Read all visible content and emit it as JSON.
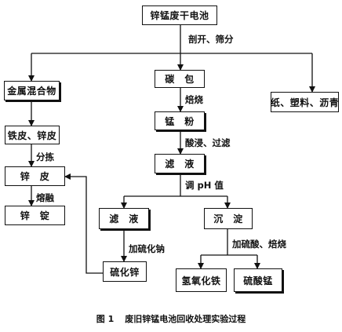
{
  "nodes": {
    "start": "锌锰废干电池",
    "metal": "金属混合物",
    "carbon": "碳　包",
    "paper": "纸、塑料、沥青",
    "iron_zinc_skin": "铁皮、锌皮",
    "mn_powder": "锰　粉",
    "zinc_skin": "锌　皮",
    "filtrate_1": "滤　液",
    "zinc_ingot": "锌　锭",
    "filtrate_2": "滤　液",
    "precipitate": "沉　淀",
    "zinc_sulfide": "硫化锌",
    "iron_hydroxide": "氢氧化铁",
    "mn_sulfate": "硫酸锰"
  },
  "steps": {
    "cut_sort": "剖开、筛分",
    "roast": "焙烧",
    "acid_filter": "酸浸、过滤",
    "adjust_ph": "调 pH 值",
    "separate": "分拣",
    "smelt": "熔融",
    "add_na2s": "加硫化钠",
    "add_acid": "加硫酸、焙烧"
  },
  "caption": {
    "figure_no": "图 1",
    "title": "废旧锌锰电池回收处理实验过程"
  }
}
